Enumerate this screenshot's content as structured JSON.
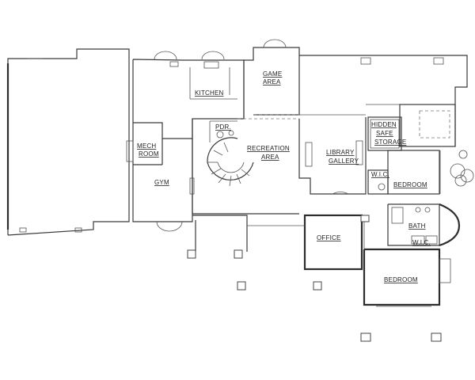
{
  "plan": {
    "rooms": {
      "game_area_1": "GAME",
      "game_area_2": "AREA",
      "kitchen": "KITCHEN",
      "pdr": "PDR.",
      "recreation_1": "RECREATION",
      "recreation_2": "AREA",
      "library_1": "LIBRARY",
      "library_2": "GALLERY",
      "hidden_1": "HIDDEN",
      "hidden_2": "SAFE",
      "hidden_3": "STORAGE",
      "mech_1": "MECH",
      "mech_2": "ROOM",
      "gym": "GYM",
      "wic_1": "W.I.C.",
      "bedroom_1": "BEDROOM",
      "office": "OFFICE",
      "bath": "BATH",
      "wic_2": "W.I.C.",
      "bedroom_2": "BEDROOM"
    },
    "colors": {
      "line": "#3a3a3a",
      "background": "#ffffff"
    }
  }
}
